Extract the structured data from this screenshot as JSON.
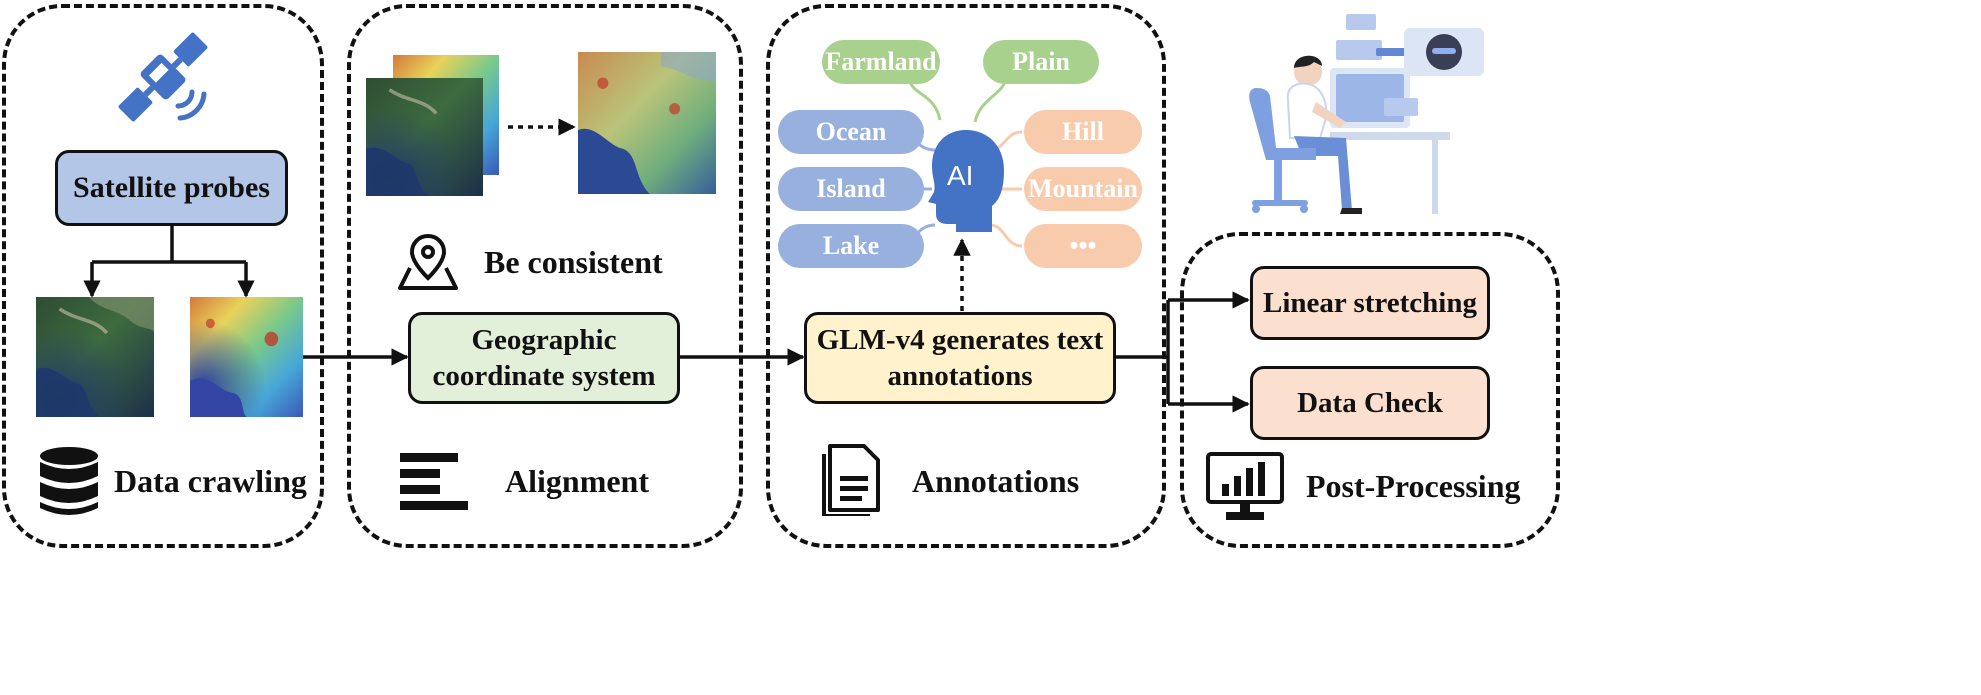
{
  "panels": {
    "crawling": {
      "box_label": "Satellite probes",
      "title": "Data crawling",
      "satellite_icon": "satellite-icon",
      "database_icon": "database-icon"
    },
    "alignment": {
      "subtitle": "Be consistent",
      "box_label": "Geographic coordinate system",
      "title": "Alignment",
      "map_pin_icon": "map-pin-icon",
      "align_icon": "align-left-icon"
    },
    "annotations": {
      "labels_left": [
        "Ocean",
        "Island",
        "Lake"
      ],
      "labels_top": [
        "Farmland",
        "Plain"
      ],
      "labels_right": [
        "Hill",
        "Mountain",
        "•••"
      ],
      "ai_label": "AI",
      "box_label": "GLM-v4 generates text annotations",
      "title": "Annotations",
      "document_icon": "document-icon"
    },
    "post_processing": {
      "box_linear": "Linear stretching",
      "box_check": "Data Check",
      "title": "Post-Processing",
      "monitor_icon": "monitor-chart-icon"
    }
  },
  "colors": {
    "blue_box": "#b4c6e7",
    "green_box": "#e2efd9",
    "yellow_box": "#fff2cc",
    "peach_box": "#fbe0cf",
    "pill_blue": "#98b0de",
    "pill_green": "#a9d18e",
    "pill_peach": "#f8cbad",
    "ai_head": "#4472c4"
  }
}
